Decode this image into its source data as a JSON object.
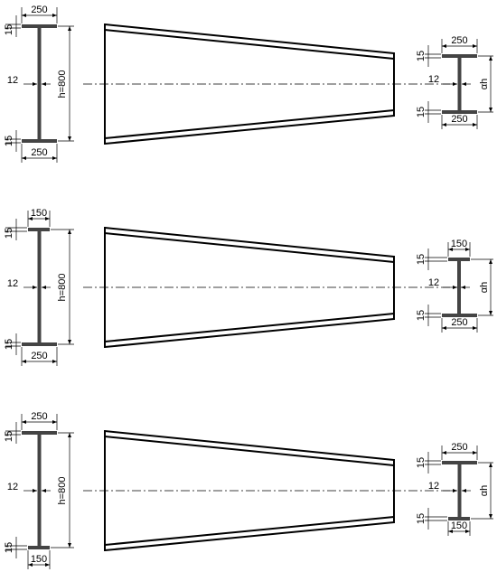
{
  "beams": [
    {
      "left_section": {
        "top_flange": "250",
        "bottom_flange": "250",
        "web": "12",
        "top_thk": "15",
        "bottom_thk": "15",
        "height": "h=800"
      },
      "right_section": {
        "top_flange": "250",
        "bottom_flange": "250",
        "web": "12",
        "top_thk": "15",
        "bottom_thk": "15",
        "height": "αh"
      }
    },
    {
      "left_section": {
        "top_flange": "150",
        "bottom_flange": "250",
        "web": "12",
        "top_thk": "15",
        "bottom_thk": "15",
        "height": "h=800"
      },
      "right_section": {
        "top_flange": "150",
        "bottom_flange": "250",
        "web": "12",
        "top_thk": "15",
        "bottom_thk": "15",
        "height": "αh"
      }
    },
    {
      "left_section": {
        "top_flange": "250",
        "bottom_flange": "150",
        "web": "12",
        "top_thk": "15",
        "bottom_thk": "15",
        "height": "h=800"
      },
      "right_section": {
        "top_flange": "250",
        "bottom_flange": "150",
        "web": "12",
        "top_thk": "15",
        "bottom_thk": "15",
        "height": "αh"
      }
    }
  ],
  "colors": {
    "steel": "#444444",
    "line": "#000000"
  }
}
